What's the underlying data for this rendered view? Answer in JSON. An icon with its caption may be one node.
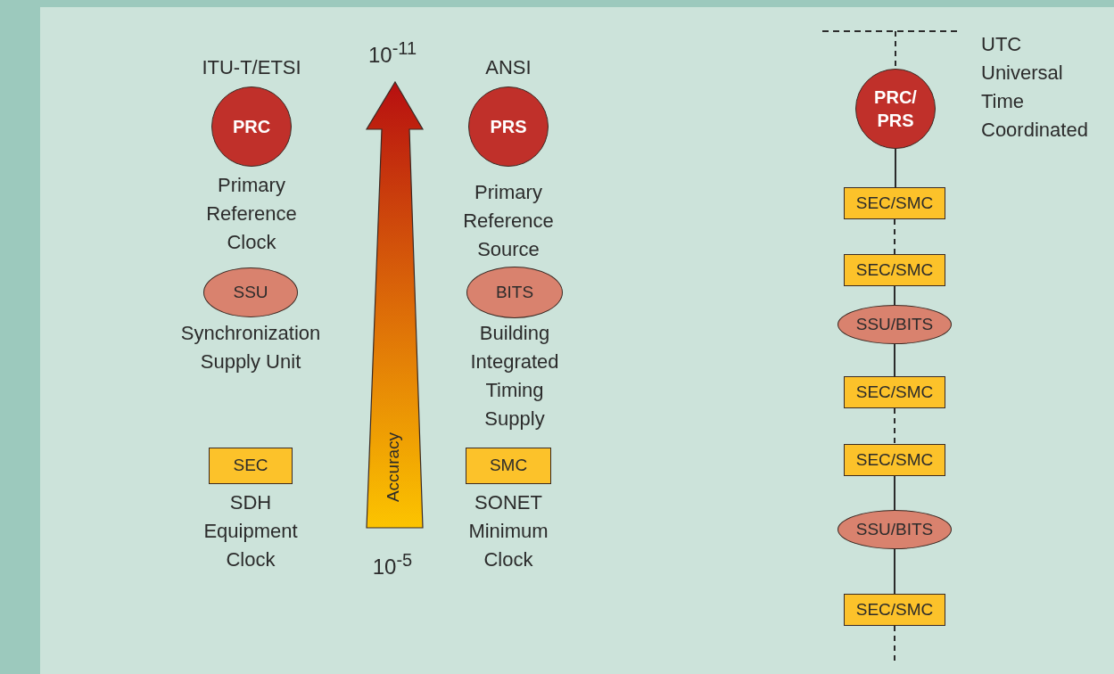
{
  "diagram": {
    "nodes": [
      {
        "text": [
          "PRC"
        ],
        "beside": [
          "Primary Reference Clock"
        ]
      },
      {
        "text": [
          "SSU"
        ],
        "beside": [
          "Synchronization Supply Unit"
        ]
      },
      {
        "text": [
          "SEC"
        ],
        "beside": [
          "SDH Equipment Clock"
        ]
      },
      {
        "text": [
          "PRS"
        ],
        "beside": [
          "Primary Reference Source"
        ]
      },
      {
        "text": [
          "BITS"
        ],
        "beside": [
          "Building Integrated Timing Supply"
        ]
      },
      {
        "text": [
          "SMC"
        ],
        "beside": [
          "SONET Minimum Clock"
        ]
      },
      {
        "text": [
          "PRC/ PRS"
        ]
      },
      {
        "text": [
          "SEC/SMC"
        ]
      },
      {
        "text": [
          "SEC/SMC"
        ]
      },
      {
        "text": [
          "SSU/BITS"
        ]
      },
      {
        "text": [
          "SEC/SMC"
        ]
      },
      {
        "text": [
          "SEC/SMC"
        ]
      },
      {
        "text": [
          "SSU/BITS"
        ]
      },
      {
        "text": [
          "SEC/SMC"
        ]
      }
    ],
    "edges": [
      {
        "from": null,
        "to": 6,
        "arrow": "none",
        "style": "dashed"
      },
      {
        "from": 6,
        "to": 7,
        "arrow": "none"
      },
      {
        "from": 7,
        "to": 8,
        "arrow": "none",
        "style": "dashed"
      },
      {
        "from": 8,
        "to": 9,
        "arrow": "none"
      },
      {
        "from": 9,
        "to": 10,
        "arrow": "none"
      },
      {
        "from": 10,
        "to": 11,
        "arrow": "none",
        "style": "dashed"
      },
      {
        "from": 11,
        "to": 12,
        "arrow": "none"
      },
      {
        "from": 12,
        "to": 13,
        "arrow": "none"
      },
      {
        "from": 13,
        "to": null,
        "arrow": "none",
        "style": "dashed"
      }
    ],
    "labels": [
      "ITU-T/ETSI",
      "10$^{-11}$",
      "ANSI",
      "UTC Universal Time Coordinated",
      "Accuracy",
      "10$^{-5}$"
    ]
  }
}
